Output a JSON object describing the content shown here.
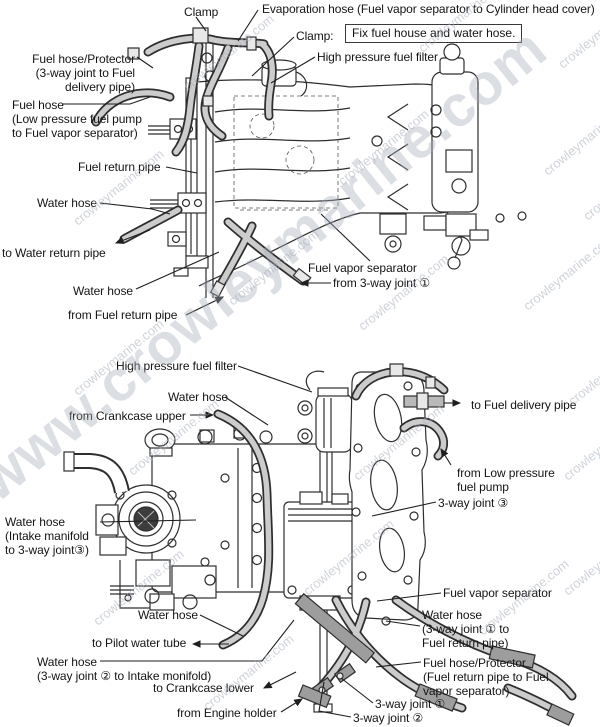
{
  "watermark": {
    "large": "www.crowleymarine.com",
    "small": "crowleymarine.com"
  },
  "top_diagram": {
    "clamp": "Clamp",
    "evaporation_hose": "Evaporation hose (Fuel vapor separator to Cylinder head cover)",
    "clamp_note_label": "Clamp:",
    "clamp_note_box": "Fix fuel house and water hose.",
    "high_pressure_fuel_filter": "High pressure fuel filter",
    "fuel_hose_protector": "Fuel hose/Protector\n(3-way joint to Fuel\ndelivery pipe)",
    "fuel_hose_low_pressure": "Fuel hose\n(Low pressure fuel pump\nto Fuel vapor separator)",
    "fuel_return_pipe": "Fuel return pipe",
    "water_hose_upper": "Water hose",
    "to_water_return_pipe": "to Water return pipe",
    "water_hose_lower": "Water hose",
    "from_fuel_return_pipe": "from Fuel return pipe",
    "fuel_vapor_separator": "Fuel vapor separator",
    "from_3way_joint_1": "from 3-way joint ①"
  },
  "bottom_diagram": {
    "high_pressure_fuel_filter": "High pressure fuel filter",
    "water_hose_top": "Water hose",
    "from_crankcase_upper": "from Crankcase upper",
    "to_fuel_delivery_pipe": "to Fuel delivery pipe",
    "from_low_pressure_fuel_pump": "from Low pressure\nfuel pump",
    "three_way_joint_3": "3-way joint ③",
    "water_hose_intake_manifold": "Water hose\n(Intake manifold\nto 3-way joint③)",
    "fuel_vapor_separator": "Fuel vapor separator",
    "water_hose_3way1": "Water hose\n(3-way joint ① to\n Fuel return pipe)",
    "water_hose_mid": "Water hose",
    "to_pilot_water_tube": "to Pilot water tube",
    "water_hose_3way2": "Water hose\n(3-way joint ② to Intake monifold)",
    "to_crankcase_lower": "to Crankcase lower",
    "fuel_hose_protector": "Fuel hose/Protector\n(Fuel return pipe to Fuel\n vapor separator)",
    "three_way_joint_1": "3-way joint ①",
    "from_engine_holder": "from Engine holder",
    "three_way_joint_2": "3-way joint ②"
  }
}
